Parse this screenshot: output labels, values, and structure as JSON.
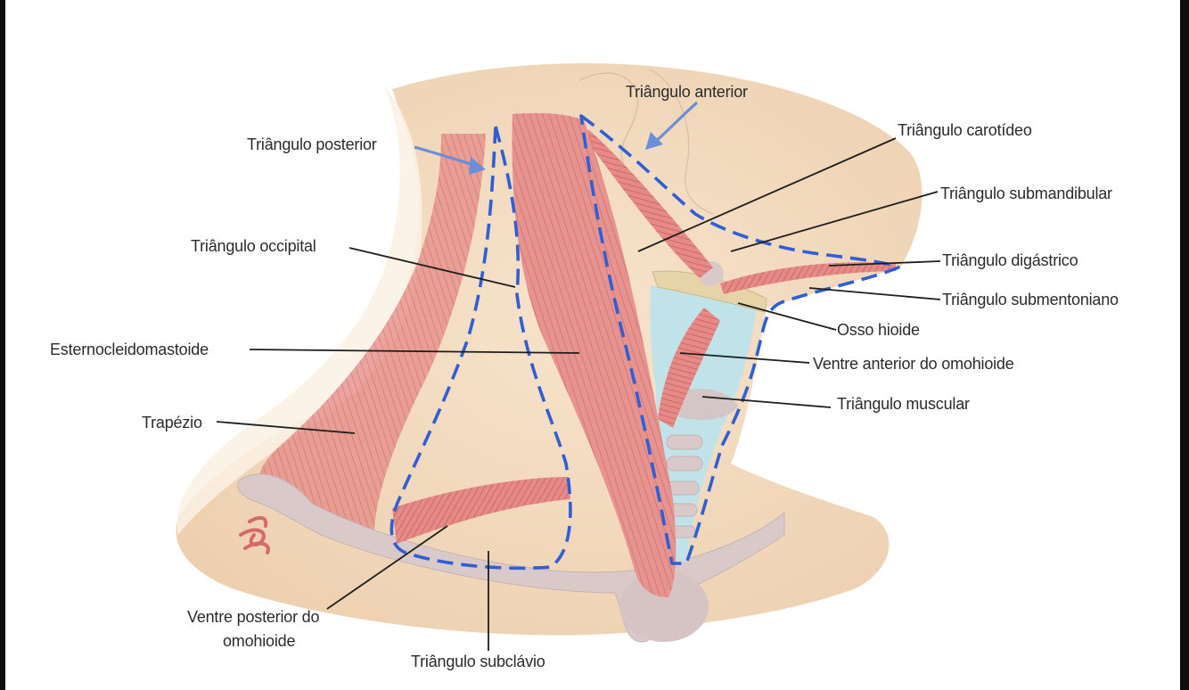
{
  "labels": {
    "triangulo_anterior": "Triângulo anterior",
    "triangulo_posterior": "Triângulo posterior",
    "triangulo_carotideo": "Triângulo carotídeo",
    "triangulo_submandibular": "Triângulo submandibular",
    "triangulo_occipital": "Triângulo occipital",
    "triangulo_digastrico": "Triângulo digástrico",
    "triangulo_submentoniano": "Triângulo submentoniano",
    "osso_hioide": "Osso hioide",
    "esternocleidomastoide": "Esternocleidomastoide",
    "ventre_anterior_omohioide": "Ventre anterior do omohioide",
    "triangulo_muscular": "Triângulo muscular",
    "trapezio": "Trapézio",
    "ventre_posterior_omohioide_line1": "Ventre posterior do",
    "ventre_posterior_omohioide_line2": "omohioide",
    "triangulo_subclavio": "Triângulo subclávio"
  },
  "colors": {
    "skin": "#f4dcc0",
    "muscle": "#e07a7a",
    "muscle_light": "#f1b3b0",
    "bone": "#d9c9c9",
    "cartilage": "#bfe3e8",
    "boundary_dash": "#2f5fd6",
    "arrow": "#6a8fd8",
    "leader_line": "#1e1e1e"
  }
}
